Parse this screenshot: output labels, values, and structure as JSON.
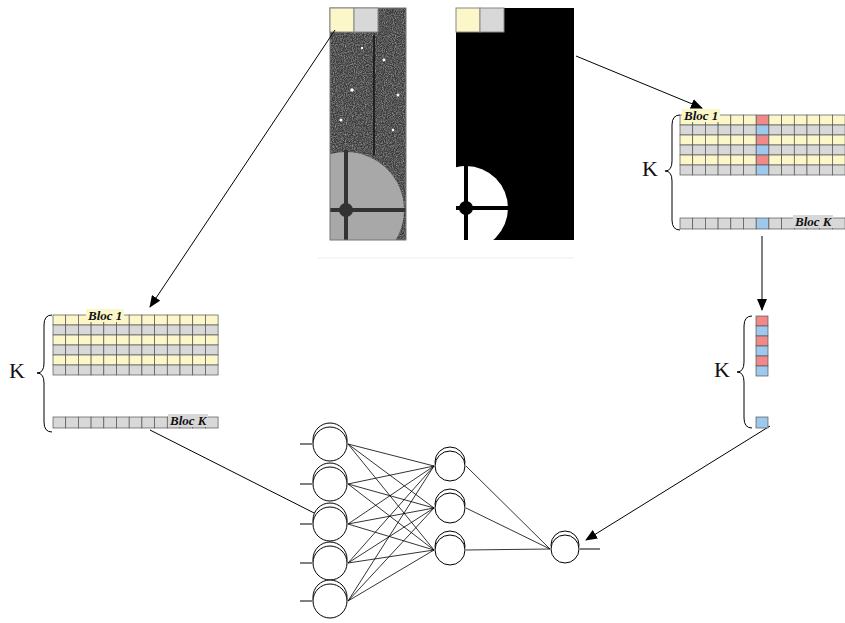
{
  "diagram": {
    "labels": [
      "Bloc 1",
      "Bloc K",
      "K",
      "Bloc 1",
      "Bloc K",
      "K",
      "K"
    ]
  }
}
